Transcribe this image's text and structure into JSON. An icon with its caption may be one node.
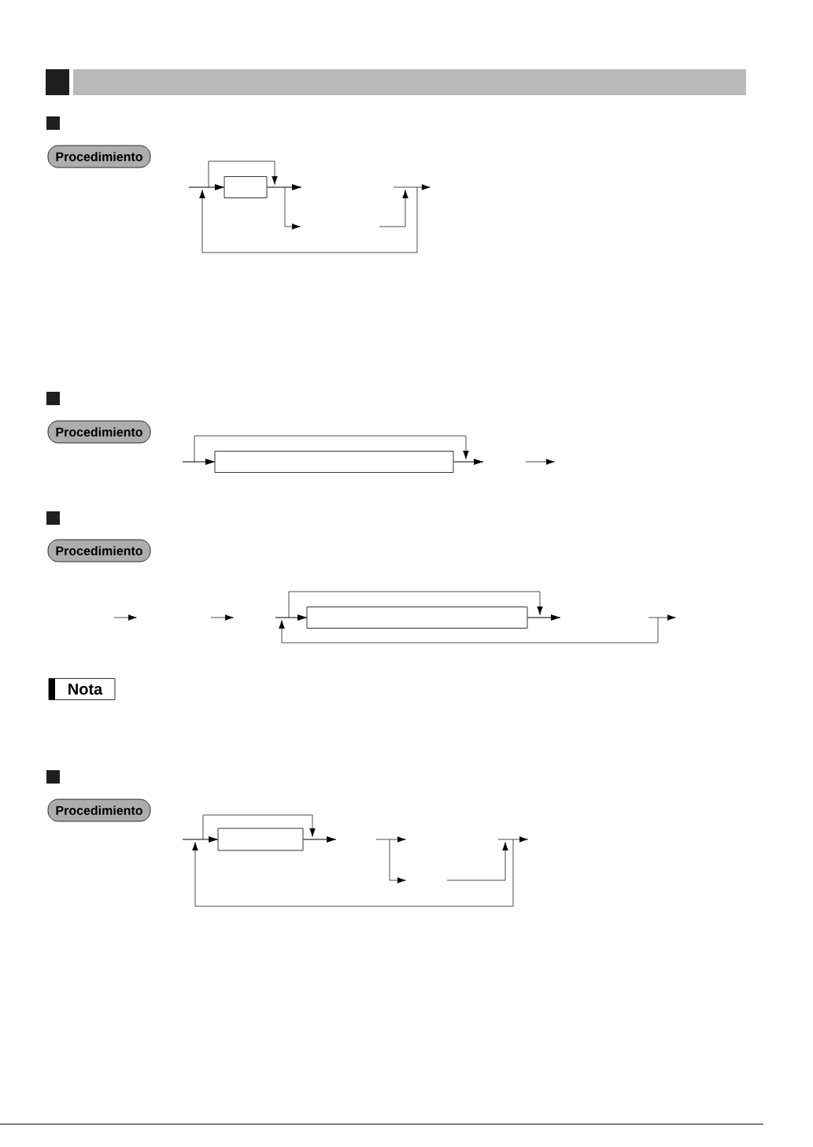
{
  "diagram": {
    "nodes": [
      {
        "text": [
          "Procedimiento"
        ]
      },
      {
        "text": [],
        "shape": "box"
      },
      {
        "text": [
          "Procedimiento"
        ]
      },
      {
        "text": [],
        "shape": "box"
      },
      {
        "text": [
          "Procedimiento"
        ]
      },
      {
        "text": [],
        "shape": "box"
      },
      {
        "text": [
          "Nota"
        ]
      },
      {
        "text": [
          "Procedimiento"
        ]
      },
      {
        "text": [],
        "shape": "box"
      }
    ],
    "edges": [
      {
        "from": null,
        "to": 1,
        "arrow": "to"
      },
      {
        "from": 1,
        "to": null,
        "arrow": "to"
      },
      {
        "from": null,
        "to": 3,
        "arrow": "to"
      },
      {
        "from": 3,
        "to": null,
        "arrow": "to"
      },
      {
        "from": null,
        "to": 5,
        "arrow": "to"
      },
      {
        "from": 5,
        "to": null,
        "arrow": "to"
      },
      {
        "from": null,
        "to": 8,
        "arrow": "to"
      },
      {
        "from": 8,
        "to": null,
        "arrow": "to"
      }
    ]
  }
}
